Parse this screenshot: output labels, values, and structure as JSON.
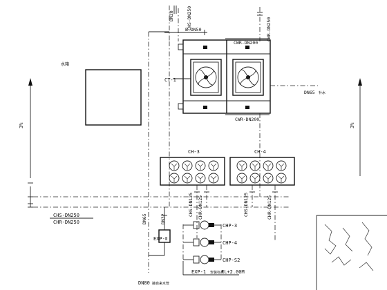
{
  "labels": {
    "dn20": "DN20",
    "cws_dn250": "CWS-DN250",
    "b_dn50": "B-DN50",
    "cwr_dn200_top": "CWR-DN200",
    "cwr_dn250": "CWR-DN250",
    "cwr_dn200_bottom": "CWR-DN200",
    "ct1": "CT-1",
    "dn65": "DN65",
    "dn65_suffix": "补水",
    "tank": "水箱",
    "left_dim": "3%",
    "right_dim": "3%",
    "ch3": "CH-3",
    "ch4": "CH-4",
    "chs_dn125_a": "CHS-DN125",
    "chr_dn125_a": "CHR-DN125",
    "chs_dn125_b": "CHS-DN125",
    "chr_dn125_b": "CHR-DN125",
    "chs_dn250": "CHS-DN250",
    "chr_dn250": "CHR-DN250",
    "dn65_v": "DN65",
    "dn32": "DN32",
    "exp2": "EXP-Ⅱ",
    "chp3": "CHP-3",
    "chp4": "CHP-4",
    "chps2": "CHP-S2",
    "exp1": "EXP-1",
    "exp1_note": "安装标高",
    "fl": "FL+2.00M",
    "dn80": "DN80",
    "dn80_note": "接自来水管"
  }
}
